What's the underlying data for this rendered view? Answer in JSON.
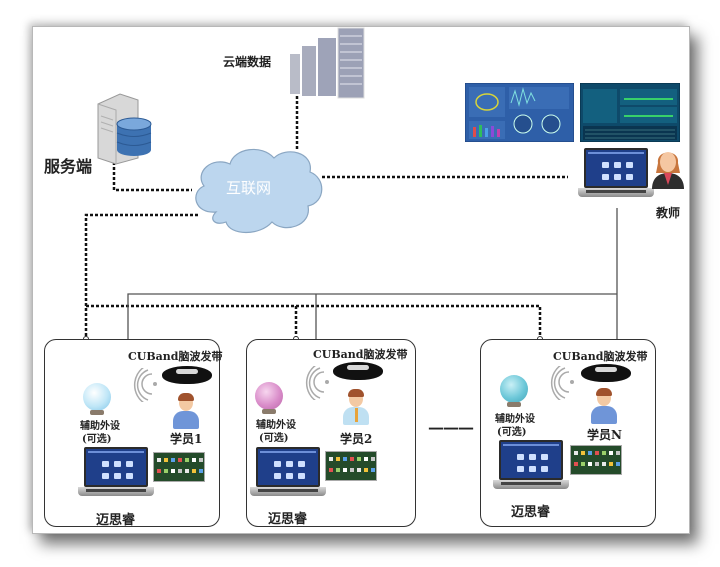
{
  "diagram": {
    "type": "network-topology",
    "nodes": {
      "cloud_data": {
        "label": "云端数据",
        "icon": "server-rack-icon"
      },
      "server": {
        "label": "服务端",
        "icon": "database-server-icon"
      },
      "internet": {
        "label": "互联网",
        "icon": "cloud-icon"
      },
      "teacher": {
        "label": "教师",
        "icon": "teacher-avatar-icon",
        "devices": [
          "dashboard-screen-1",
          "dashboard-screen-2",
          "laptop"
        ]
      },
      "students": [
        {
          "band_label": "CUBand脑波发带",
          "peripheral_label": "辅助外设",
          "peripheral_note": "(可选)",
          "student_label": "学员1",
          "software_label": "迈思睿",
          "orb_color": "#bfe6f7"
        },
        {
          "band_label": "CUBand脑波发带",
          "peripheral_label": "辅助外设",
          "peripheral_note": "(可选)",
          "student_label": "学员2",
          "software_label": "迈思睿",
          "orb_color": "#d98cc9"
        },
        {
          "band_label": "CUBand脑波发带",
          "peripheral_label": "辅助外设",
          "peripheral_note": "(可选)",
          "student_label": "学员N",
          "software_label": "迈思睿",
          "orb_color": "#6cc7d8"
        }
      ],
      "ellipsis": "———"
    },
    "edges": [
      {
        "from": "cloud_data",
        "to": "internet",
        "style": "dotted"
      },
      {
        "from": "server",
        "to": "internet",
        "style": "dotted"
      },
      {
        "from": "internet",
        "to": "teacher",
        "style": "dotted"
      },
      {
        "from": "internet",
        "to": "students",
        "style": "dotted"
      },
      {
        "from": "teacher",
        "to": "students",
        "style": "solid"
      }
    ],
    "colors": {
      "cloud_fill": "#bcd6ee",
      "cloud_stroke": "#8aa6c2",
      "screen_blue": "#1f3f8a",
      "tablet_green": "#244b2a"
    }
  }
}
